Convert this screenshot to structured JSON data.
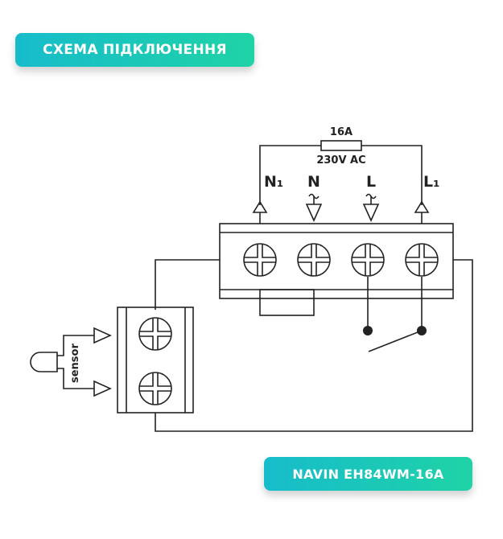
{
  "header": {
    "title": "СХЕМА ПІДКЛЮЧЕННЯ"
  },
  "footer": {
    "model": "NAVIN EH84WM-16A"
  },
  "diagram": {
    "load": {
      "current": "16A",
      "voltage": "230V AC"
    },
    "terminals": [
      {
        "label": "N₁",
        "arrow": "up"
      },
      {
        "label": "N",
        "arrow": "down",
        "ac": true
      },
      {
        "label": "L",
        "arrow": "down",
        "ac": true
      },
      {
        "label": "L₁",
        "arrow": "up"
      }
    ],
    "sensor_label": "sensor",
    "colors": {
      "line": "#222222",
      "gradient_start": "#17bccb",
      "gradient_end": "#1fd3a6"
    }
  }
}
